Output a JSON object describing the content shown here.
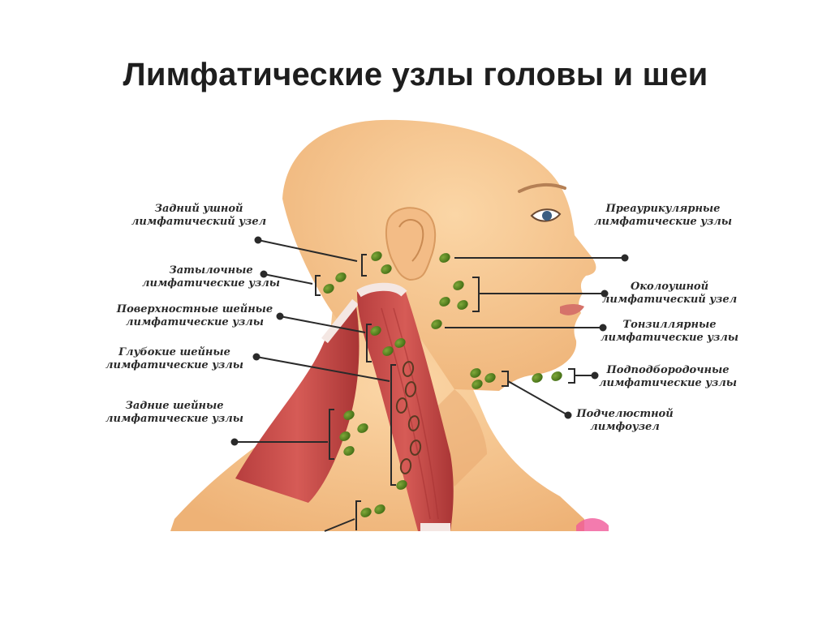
{
  "title": "Лимфатические узлы головы и шеи",
  "labels": {
    "posterior_auricular": "Задний ушной\nлимфатический узел",
    "occipital": "Затылочные\nлимфатические узлы",
    "superficial_cervical": "Поверхностные шейные\nлимфатические узлы",
    "deep_cervical": "Глубокие шейные\nлимфатические узлы",
    "posterior_cervical": "Задние шейные\nлимфатические узлы",
    "preauricular": "Преаурикулярные\nлимфатические узлы",
    "parotid": "Околоушной\nлимфатический узел",
    "tonsillar": "Тонзиллярные\nлимфатические узлы",
    "submental": "Подподбородочные\nлимфатические узлы",
    "submandibular": "Подчелюстной\nлимфоузел"
  },
  "colors": {
    "skin": "#f6c892",
    "skin_shade": "#e9a86e",
    "muscle": "#c94a4a",
    "node": "#4f7d1c",
    "line": "#2a2a2a"
  }
}
